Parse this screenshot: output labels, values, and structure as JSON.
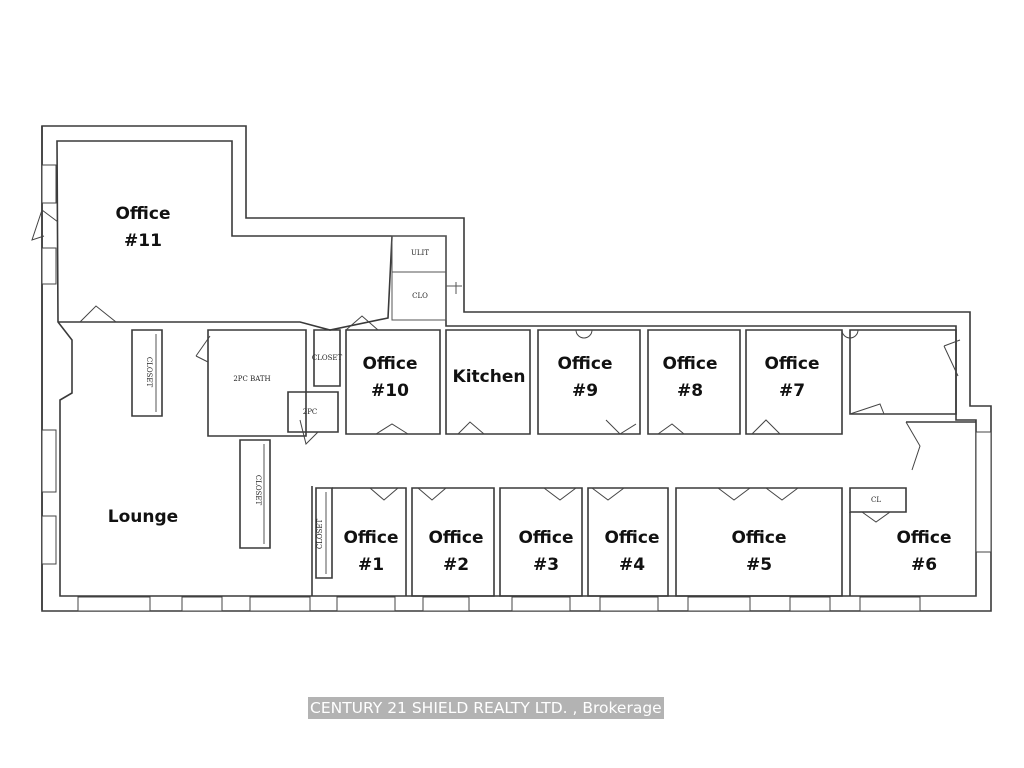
{
  "rooms": {
    "office11": [
      "Office",
      "#11"
    ],
    "lounge": "Lounge",
    "office10": [
      "Office",
      "#10"
    ],
    "kitchen": "Kitchen",
    "office9": [
      "Office",
      "#9"
    ],
    "office8": [
      "Office",
      "#8"
    ],
    "office7": [
      "Office",
      "#7"
    ],
    "office1": [
      "Office",
      "#1"
    ],
    "office2": [
      "Office",
      "#2"
    ],
    "office3": [
      "Office",
      "#3"
    ],
    "office4": [
      "Office",
      "#4"
    ],
    "office5": [
      "Office",
      "#5"
    ],
    "office6": [
      "Office",
      "#6"
    ]
  },
  "small_labels": {
    "ulit": "ULIT",
    "clo": "CLO",
    "closet_a": "CLOSET",
    "closet_b": "CLOSET",
    "closet_c": "CLOSET",
    "closet_d": "CLOSET",
    "bath_2pc": "2PC BATH",
    "pc2": "2PC",
    "cl": "CL"
  },
  "watermark": "CENTURY 21 SHIELD REALTY LTD. , Brokerage"
}
